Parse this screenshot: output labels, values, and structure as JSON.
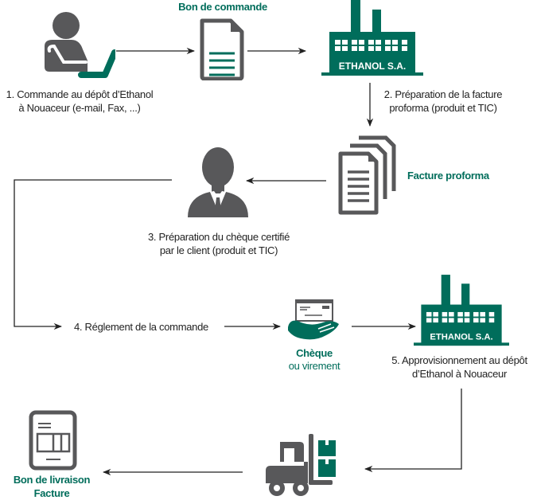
{
  "colors": {
    "accent": "#006d5b",
    "icon_gray": "#58585a",
    "line": "#222222"
  },
  "labels": {
    "bon_de_commande": "Bon de commande",
    "step1_line1": "1. Commande au dépôt d’Ethanol",
    "step1_line2": "à Nouaceur (e-mail, Fax, ...)",
    "factory_name_1": "ETHANOL S.A.",
    "step2_line1": "2. Préparation de la facture",
    "step2_line2": "proforma (produit et TIC)",
    "facture_proforma": "Facture proforma",
    "step3_line1": "3. Préparation du chèque certifié",
    "step3_line2": "par le client (produit et TIC)",
    "step4": "4. Réglement de la commande",
    "cheque_line1": "Chèque",
    "cheque_line2": "ou virement",
    "factory_name_2": "ETHANOL S.A.",
    "step5_line1": "5. Approvisionnement au dépôt",
    "step5_line2": "d’Ethanol à Nouaceur",
    "delivery_line1": "Bon de livraison",
    "delivery_line2": "Facture"
  },
  "icons": {
    "client_laptop": "person-at-laptop-icon",
    "order_doc": "document-icon",
    "factory": "factory-icon",
    "proforma_docs": "documents-stack-icon",
    "client_business": "businessman-icon",
    "cheque_hand": "cheque-in-hand-icon",
    "forklift": "forklift-icon",
    "delivery_doc": "delivery-note-icon"
  }
}
